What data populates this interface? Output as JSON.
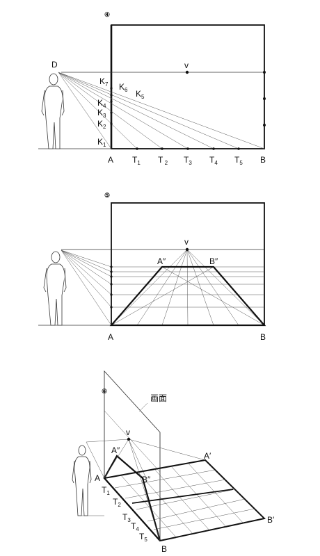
{
  "panel4": {
    "number": "④",
    "eye_label": "D",
    "v_label": "v",
    "k_labels": [
      "K7",
      "K6",
      "K5",
      "K4",
      "K3",
      "K2",
      "K1"
    ],
    "base_labels": [
      "A",
      "T1",
      "T2",
      "T3",
      "T4",
      "T5",
      "B"
    ]
  },
  "panel5": {
    "number": "⑤",
    "v_label": "v",
    "a2_label": "A″",
    "b2_label": "B″",
    "a_label": "A",
    "b_label": "B"
  },
  "panel6": {
    "number": "⑥",
    "picture_plane_label": "画面",
    "v_label": "v",
    "a2_label": "A″",
    "b2_label": "B″",
    "a_label": "A",
    "b_label": "B",
    "a_prime_label": "A′",
    "b_prime_label": "B′",
    "t_labels": [
      "T1",
      "T2",
      "T3",
      "T4",
      "T5"
    ]
  }
}
